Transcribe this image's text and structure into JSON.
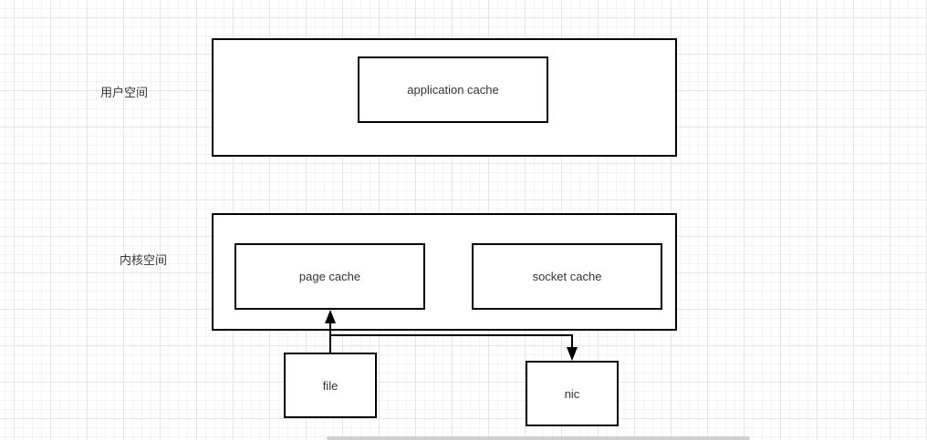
{
  "labels": {
    "user_space": "用户空间",
    "kernel_space": "内核空间"
  },
  "nodes": {
    "application_cache": "application cache",
    "page_cache": "page cache",
    "socket_cache": "socket cache",
    "file": "file",
    "nic": "nic"
  },
  "edges": [
    {
      "from": "file",
      "to": "page_cache"
    },
    {
      "from": "file",
      "to": "nic"
    }
  ]
}
